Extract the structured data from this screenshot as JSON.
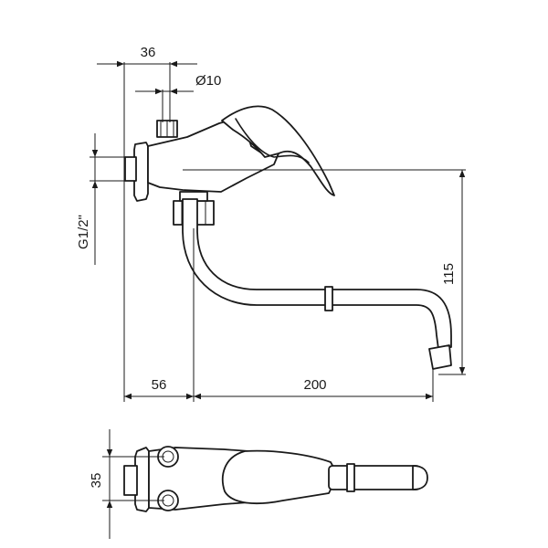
{
  "drawing": {
    "dimensions": {
      "overall_connection_width": "36",
      "inlet_diameter": "Ø10",
      "thread_size": "G1/2\"",
      "spout_height": "115",
      "wall_offset": "56",
      "spout_reach": "200",
      "inlet_spacing": "35"
    },
    "colors": {
      "line": "#1a1a1a",
      "background": "#ffffff"
    }
  }
}
